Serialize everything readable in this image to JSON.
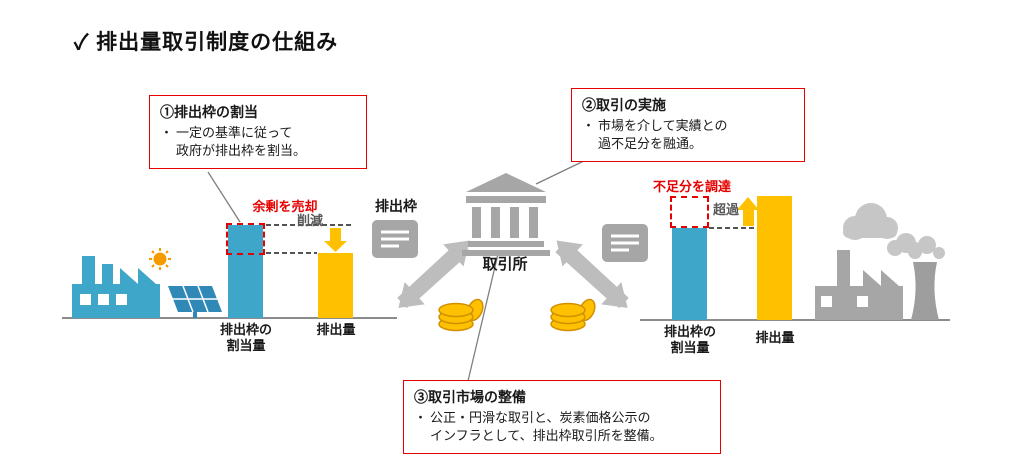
{
  "title": "✓ 排出量取引制度の仕組み",
  "callouts": {
    "c1": {
      "heading": "①排出枠の割当",
      "bullet": "・",
      "text": "一定の基準に従って\n政府が排出枠を割当。"
    },
    "c2": {
      "heading": "②取引の実施",
      "bullet": "・",
      "text": "市場を介して実績との\n過不足分を融通。"
    },
    "c3": {
      "heading": "③取引市場の整備",
      "bullet": "・",
      "text": "公正・円滑な取引と、炭素価格公示の\nインフラとして、排出枠取引所を整備。"
    }
  },
  "center": {
    "exchange_label": "取引所"
  },
  "left_scene": {
    "surplus_label": "余剰を売却",
    "reduction_label": "削減",
    "permit_label": "排出枠",
    "allocation_bar_label": "排出枠の\n割当量",
    "emission_bar_label": "排出量"
  },
  "right_scene": {
    "shortage_label": "不足分を調達",
    "excess_label": "超過",
    "allocation_bar_label": "排出枠の\n割当量",
    "emission_bar_label": "排出量"
  },
  "colors": {
    "blue": "#3ea6c8",
    "yellow": "#ffc000",
    "gray": "#a6a6a6",
    "light_gray": "#bfbfbf",
    "red": "#e60000"
  }
}
